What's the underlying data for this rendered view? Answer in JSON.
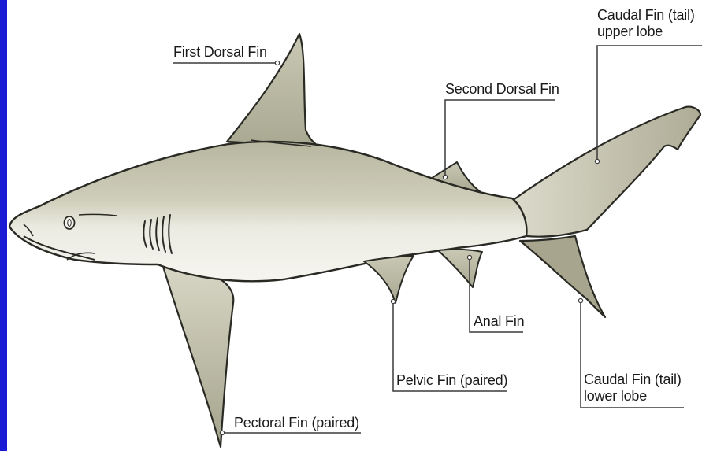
{
  "labels": {
    "first_dorsal_fin": "First Dorsal Fin",
    "second_dorsal_fin": "Second Dorsal Fin",
    "caudal_fin_upper": {
      "line1": "Caudal Fin (tail)",
      "line2": "upper lobe"
    },
    "caudal_fin_lower": {
      "line1": "Caudal Fin (tail)",
      "line2": "lower lobe"
    },
    "anal_fin": "Anal Fin",
    "pelvic_fin": "Pelvic Fin (paired)",
    "pectoral_fin": "Pectoral Fin (paired)"
  },
  "colors": {
    "shark_body": "#c4c3ae",
    "shark_belly": "#f2f1ea",
    "shark_outline": "#2a2a25",
    "leader_line": "#3a3a3a",
    "frame_left": "#1b1bd6"
  }
}
